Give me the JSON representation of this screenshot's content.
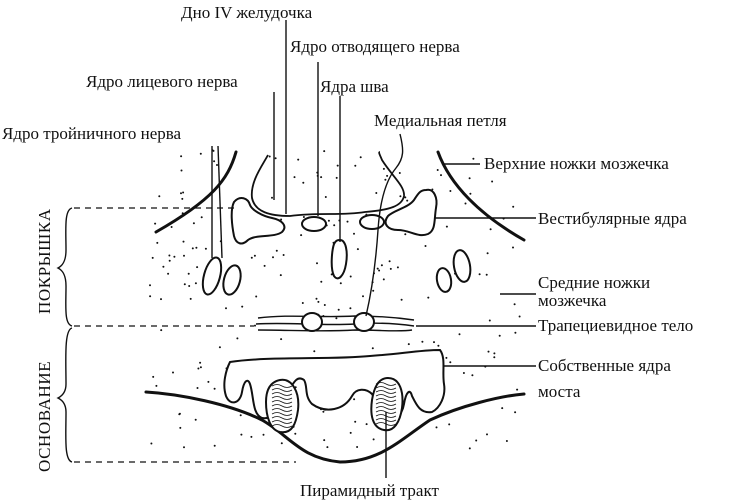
{
  "labels": {
    "floor_iv_ventricle": "Дно IV желудочка",
    "abducens_nucleus": "Ядро отводящего нерва",
    "facial_nucleus": "Ядро лицевого нерва",
    "raphe_nuclei": "Ядра шва",
    "trigeminal_nucleus": "Ядро тройничного нерва",
    "medial_lemniscus": "Медиальная петля",
    "superior_peduncles": "Верхние ножки мозжечка",
    "vestibular_nuclei": "Вестибулярные ядра",
    "middle_peduncles_line1": "Средние ножки",
    "middle_peduncles_line2": "мозжечка",
    "trapezoid_body": "Трапециевидное тело",
    "pontine_nuclei_line1": "Собственные ядра",
    "pontine_nuclei_line2": "моста",
    "pyramidal_tract": "Пирамидный тракт",
    "basis": "ОСНОВАНИЕ",
    "tegmentum": "ПОКРЫШКА"
  }
}
